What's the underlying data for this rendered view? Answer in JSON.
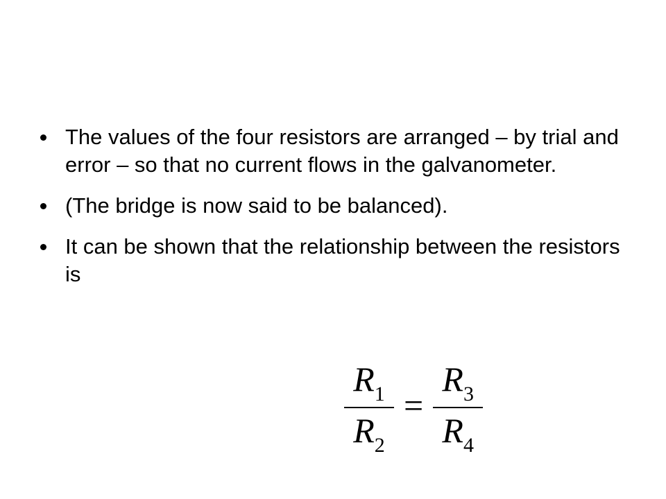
{
  "bullets": [
    {
      "text": "The values of the four resistors are arranged – by trial and error – so that no current flows in the galvanometer."
    },
    {
      "text": "(The bridge is now said to be balanced)."
    },
    {
      "text": "It can be shown that the relationship between the resistors is"
    }
  ],
  "equation": {
    "left": {
      "numerator": {
        "symbol": "R",
        "sub": "1"
      },
      "denominator": {
        "symbol": "R",
        "sub": "2"
      }
    },
    "operator": "=",
    "right": {
      "numerator": {
        "symbol": "R",
        "sub": "3"
      },
      "denominator": {
        "symbol": "R",
        "sub": "4"
      }
    }
  }
}
